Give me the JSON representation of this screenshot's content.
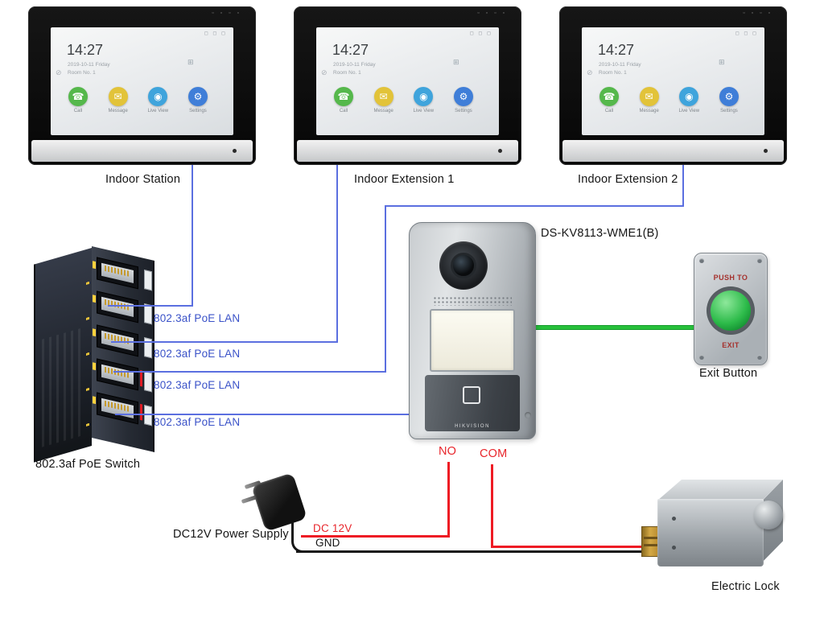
{
  "colors": {
    "wire_blue": "#5b6fe0",
    "wire_green": "#27c13b",
    "wire_red": "#ee1b24",
    "wire_black": "#161616",
    "label_blue": "#3a52c8",
    "label_red": "#e8252b",
    "label_dark_red": "#a5322e"
  },
  "monitors": [
    {
      "caption": "Indoor Station"
    },
    {
      "caption": "Indoor Extension 1"
    },
    {
      "caption": "Indoor Extension 2"
    }
  ],
  "screen": {
    "time": "14:27",
    "date": "2019-10-11 Friday",
    "room": "Room No. 1",
    "status_icons": "◻ ◻ ◻",
    "bezel_icons": "▫ ▫ ▫ ▫",
    "dnd_icon": "⊘",
    "contacts_icon": "⊞",
    "apps": [
      {
        "name": "Call",
        "glyph": "☎",
        "color": "#55b84b"
      },
      {
        "name": "Message",
        "glyph": "✉",
        "color": "#e2c339"
      },
      {
        "name": "Live View",
        "glyph": "◉",
        "color": "#3fa4dc"
      },
      {
        "name": "Settings",
        "glyph": "⚙",
        "color": "#3f7ed8"
      }
    ]
  },
  "poe_switch": {
    "caption": "802.3af PoE Switch"
  },
  "poe_links": [
    {
      "label": "802.3af PoE LAN"
    },
    {
      "label": "802.3af PoE LAN"
    },
    {
      "label": "802.3af PoE LAN"
    },
    {
      "label": "802.3af PoE LAN"
    }
  ],
  "door_station": {
    "model": "DS-KV8113-WME1(B)",
    "brand": "HIKVISION"
  },
  "exit_button": {
    "caption": "Exit Button",
    "line1": "PUSH TO",
    "line2": "EXIT"
  },
  "electric_lock": {
    "caption": "Electric Lock"
  },
  "power_supply": {
    "caption": "DC12V Power Supply"
  },
  "wire_labels": {
    "no": "NO",
    "com": "COM",
    "dc12v": "DC 12V",
    "gnd": "GND"
  }
}
